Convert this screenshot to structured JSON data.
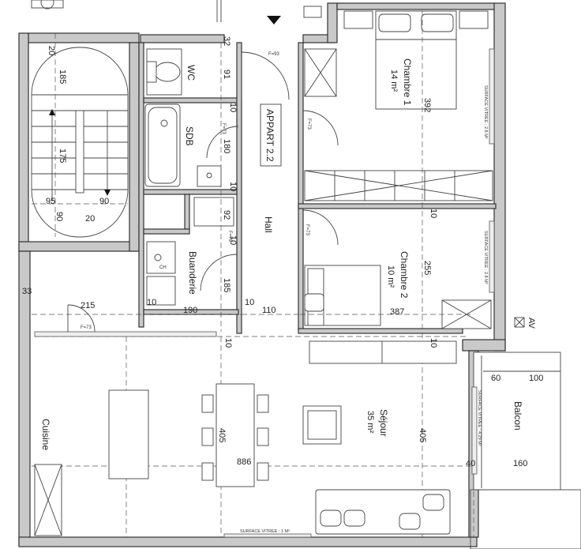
{
  "rooms": {
    "chambre1": "Chambre 1",
    "chambre1_area": "14 m²",
    "chambre2": "Chambre 2",
    "chambre2_area": "10 m²",
    "wc": "WC",
    "sdb": "SDB",
    "buanderie": "Buanderie",
    "hall": "Hall",
    "sejour": "Séjour",
    "sejour_area": "35 m²",
    "balcon": "Balcon",
    "cuisine": "Cuisine"
  },
  "apartment_label": "APPART 2.2",
  "fixtures": {
    "ch": "CH",
    "av": "AV",
    "door_f93": "F=93",
    "door_f73": "F=73"
  },
  "glazing": {
    "chambre1": "SURFACE VITREE : 2.8 M²",
    "chambre2": "SURFACE VITREE : 2.8 M²",
    "sejour_balcon": "SURFACE VITREE : 4.29 M²",
    "sejour_bottom": "SURFACE VITREE : 1 M²"
  },
  "dimensions": {
    "d20": "20",
    "d185": "185",
    "d175": "175",
    "d95": "95",
    "d90a": "90",
    "d90b": "90",
    "d20b": "20",
    "d33": "33",
    "d215": "215",
    "d91": "91",
    "d32": "32",
    "d10a": "10",
    "d180": "180",
    "d10b": "10",
    "d92": "92",
    "d10c": "10",
    "d185b": "185",
    "d10d": "10",
    "d190": "190",
    "d10e": "10",
    "d110": "110",
    "d10f": "10",
    "d392": "392",
    "d10g": "10",
    "d255": "255",
    "d387": "387",
    "d10h": "10",
    "d405a": "405",
    "d405b": "405",
    "d886": "886",
    "d60": "60",
    "d100": "100",
    "d40": "40",
    "d160": "160"
  }
}
